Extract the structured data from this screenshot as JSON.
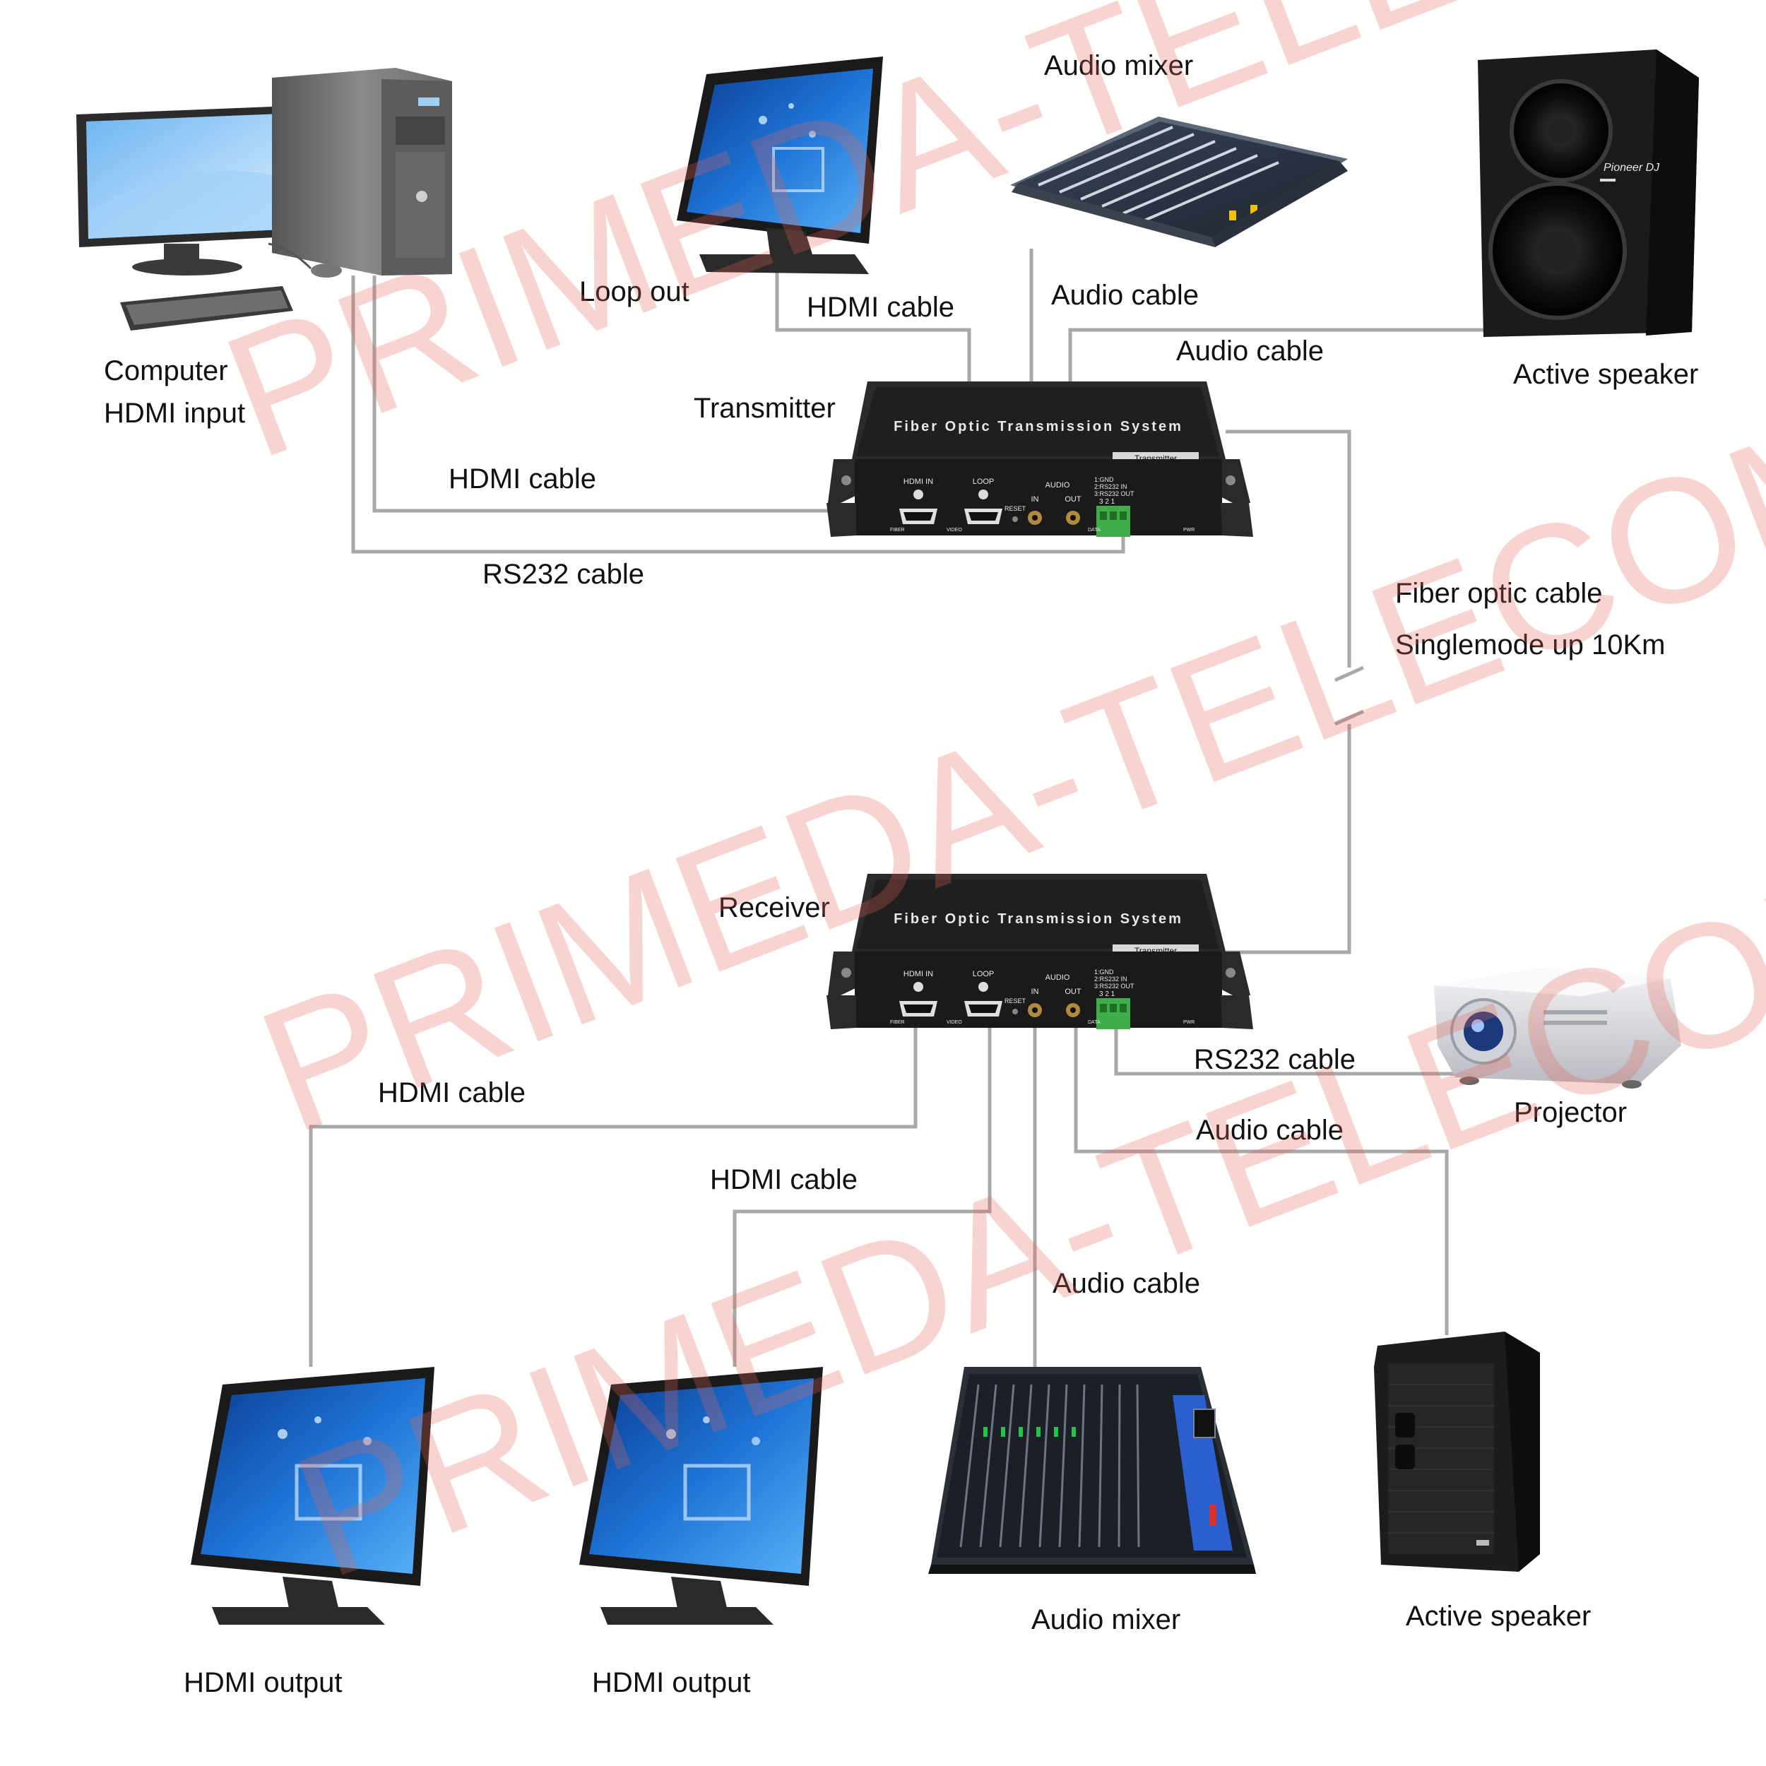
{
  "labels": {
    "computer": "Computer",
    "hdmi_input": "HDMI input",
    "loop_out": "Loop out",
    "hdmi_cable_top": "HDMI cable",
    "audio_mixer_top": "Audio mixer",
    "audio_cable_top_mixer": "Audio cable",
    "audio_cable_top_speaker": "Audio cable",
    "active_speaker_top": "Active speaker",
    "transmitter": "Transmitter",
    "hdmi_cable_tx": "HDMI cable",
    "rs232_cable_tx": "RS232 cable",
    "fiber_cable": "Fiber optic cable",
    "fiber_spec": "Singlemode up 10Km",
    "receiver": "Receiver",
    "rs232_cable_rx": "RS232 cable",
    "projector": "Projector",
    "hdmi_cable_rx1": "HDMI cable",
    "hdmi_cable_rx2": "HDMI cable",
    "audio_cable_rx_speaker": "Audio cable",
    "audio_cable_rx_mixer": "Audio cable",
    "hdmi_output_1": "HDMI output",
    "hdmi_output_2": "HDMI output",
    "audio_mixer_bottom": "Audio mixer",
    "active_speaker_bottom": "Active speaker"
  },
  "device_panel": {
    "title": "Fiber Optic Transmission System",
    "model_tag": "Transmitter",
    "hdmi_in": "HDMI IN",
    "loop": "LOOP",
    "reset": "RESET",
    "audio": "AUDIO",
    "audio_in": "IN",
    "audio_out": "OUT",
    "pin_gnd": "1:GND",
    "pin_rs232_in": "2:RS232 IN",
    "pin_rs232_out": "3:RS232 OUT",
    "pin_numbers": "3  2  1",
    "fiber": "FIBER",
    "video": "VIDEO",
    "data": "DATA",
    "pwr": "PWR"
  },
  "speaker_brand": "Pioneer DJ",
  "watermark": "PRIMEDA-TELECOM",
  "colors": {
    "watermark": "#e16455",
    "cable": "#a8a8a8",
    "device_body": "#1f1f1f",
    "terminal_block": "#3fae4a",
    "screen_blue": "#1e73d6"
  }
}
